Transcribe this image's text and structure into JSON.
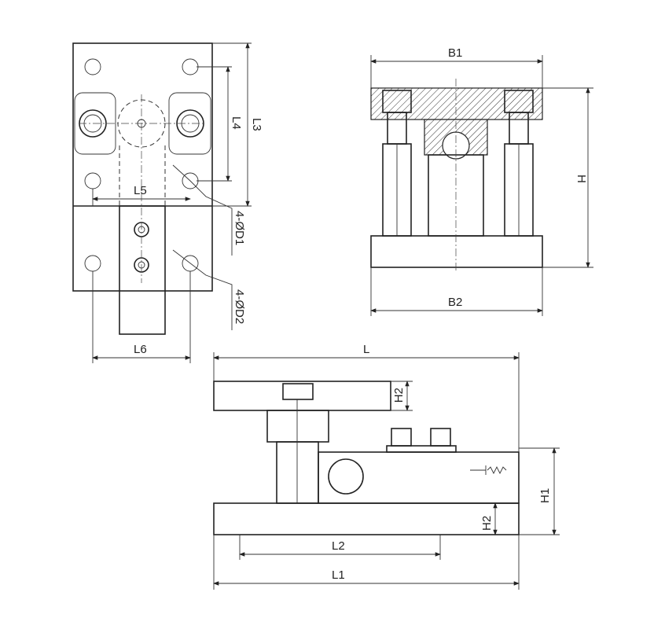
{
  "plan_view": {
    "L3": "L3",
    "L4": "L4",
    "L5": "L5",
    "L6": "L6",
    "D1": "4-ØD1",
    "D2": "4-ØD2"
  },
  "front_view": {
    "B1": "B1",
    "H": "H",
    "B2": "B2"
  },
  "side_view": {
    "L": "L",
    "H2_top": "H2",
    "H1": "H1",
    "H2_bottom": "H2",
    "L2": "L2",
    "L1": "L1"
  }
}
